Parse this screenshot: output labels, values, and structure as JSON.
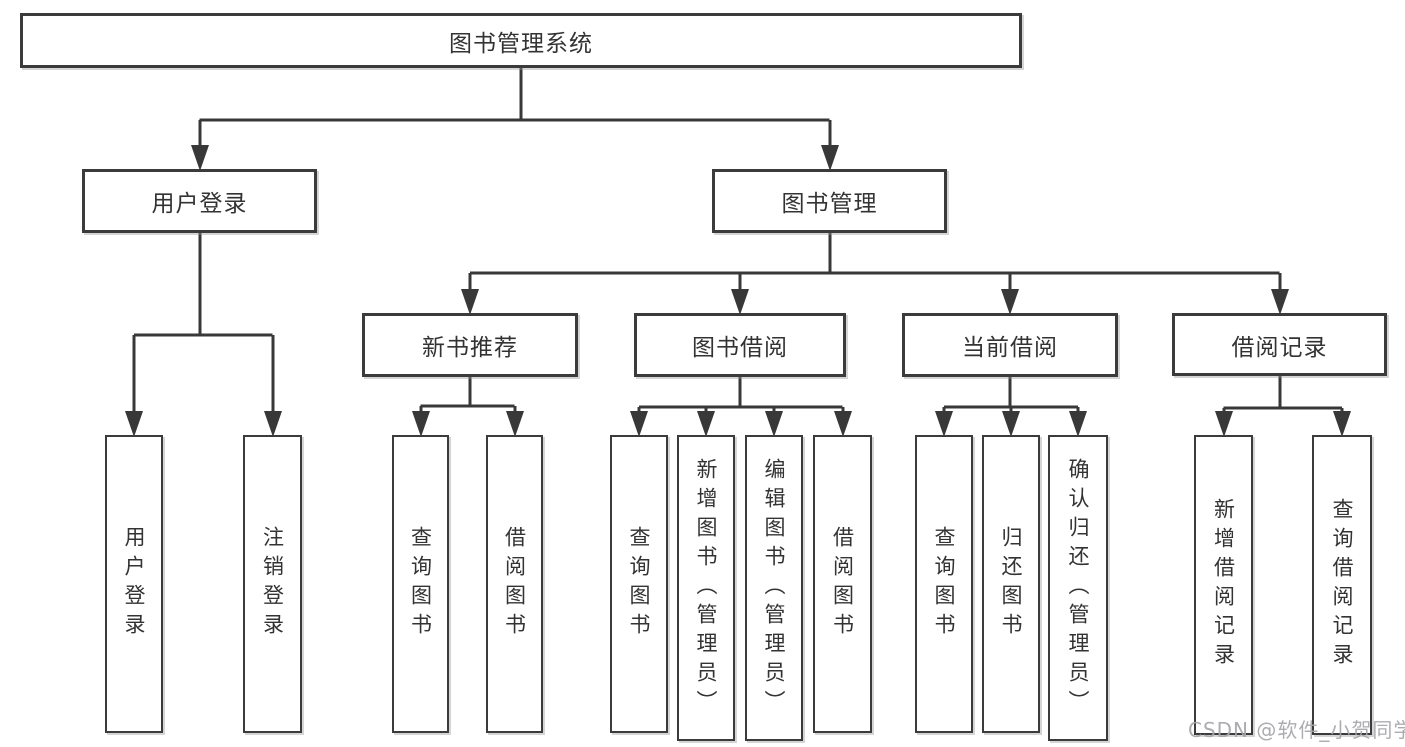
{
  "diagram": {
    "type": "tree",
    "title": "图书管理系统",
    "nodes": [
      {
        "id": "root",
        "label": "图书管理系统",
        "parent": null,
        "vertical": false
      },
      {
        "id": "user-login",
        "label": "用户登录",
        "parent": "root",
        "vertical": false
      },
      {
        "id": "book-mgmt",
        "label": "图书管理",
        "parent": "root",
        "vertical": false
      },
      {
        "id": "new-book-rec",
        "label": "新书推荐",
        "parent": "book-mgmt",
        "vertical": false
      },
      {
        "id": "book-borrow",
        "label": "图书借阅",
        "parent": "book-mgmt",
        "vertical": false
      },
      {
        "id": "current-borrow",
        "label": "当前借阅",
        "parent": "book-mgmt",
        "vertical": false
      },
      {
        "id": "borrow-records",
        "label": "借阅记录",
        "parent": "book-mgmt",
        "vertical": false
      },
      {
        "id": "user-login-leaf",
        "label": "用户登录",
        "parent": "user-login",
        "vertical": true
      },
      {
        "id": "logout-leaf",
        "label": "注销登录",
        "parent": "user-login",
        "vertical": true
      },
      {
        "id": "nb-query-book",
        "label": "查询图书",
        "parent": "new-book-rec",
        "vertical": true
      },
      {
        "id": "nb-borrow-book",
        "label": "借阅图书",
        "parent": "new-book-rec",
        "vertical": true
      },
      {
        "id": "bb-query-book",
        "label": "查询图书",
        "parent": "book-borrow",
        "vertical": true
      },
      {
        "id": "bb-add-book-admin",
        "label": "新增图书（管理员）",
        "parent": "book-borrow",
        "vertical": true
      },
      {
        "id": "bb-edit-book-admin",
        "label": "编辑图书（管理员）",
        "parent": "book-borrow",
        "vertical": true
      },
      {
        "id": "bb-borrow-book",
        "label": "借阅图书",
        "parent": "book-borrow",
        "vertical": true
      },
      {
        "id": "cb-query-book",
        "label": "查询图书",
        "parent": "current-borrow",
        "vertical": true
      },
      {
        "id": "cb-return-book",
        "label": "归还图书",
        "parent": "current-borrow",
        "vertical": true
      },
      {
        "id": "cb-confirm-return-admin",
        "label": "确认归还（管理员）",
        "parent": "current-borrow",
        "vertical": true
      },
      {
        "id": "br-add-record",
        "label": "新增借阅记录",
        "parent": "borrow-records",
        "vertical": true
      },
      {
        "id": "br-query-record",
        "label": "查询借阅记录",
        "parent": "borrow-records",
        "vertical": true
      }
    ]
  },
  "watermark": "CSDN @软件_小贺同学",
  "colors": {
    "line": "#383838",
    "box_border": "#3b3b3b",
    "text": "#333333",
    "background": "#ffffff",
    "watermark": "#a5a5aa"
  }
}
